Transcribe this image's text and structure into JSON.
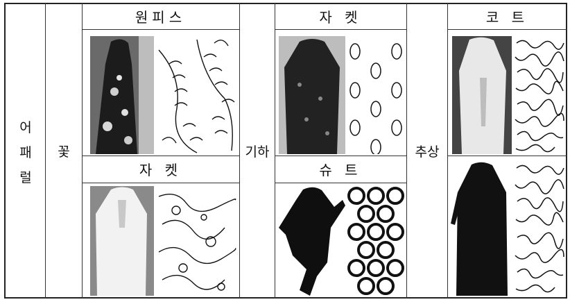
{
  "table": {
    "category": [
      "어",
      "패",
      "럴"
    ],
    "groups": [
      {
        "label": "꽃",
        "items": [
          "원피스",
          "자 켓"
        ]
      },
      {
        "label": "기하",
        "items": [
          "자 켓",
          "슈 트"
        ]
      },
      {
        "label": "추상",
        "items": [
          "코 트"
        ]
      }
    ]
  },
  "images": {
    "flower_dress": "photo of long floral dress",
    "flower_pattern_1": "fern-like floral line drawing",
    "flower_jacket": "photo of light jacket",
    "flower_pattern_2": "vine floral line drawing",
    "geo_jacket": "photo of dark patterned jacket",
    "geo_pattern_1": "oval dots pattern",
    "geo_suit": "photo of black suit",
    "geo_pattern_2": "circles pattern",
    "abstract_coat_1": "photo of light coat",
    "abstract_pattern_1": "abstract squiggle pattern",
    "abstract_coat_2": "photo of long dark coat",
    "abstract_pattern_2": "abstract squiggle pattern"
  }
}
